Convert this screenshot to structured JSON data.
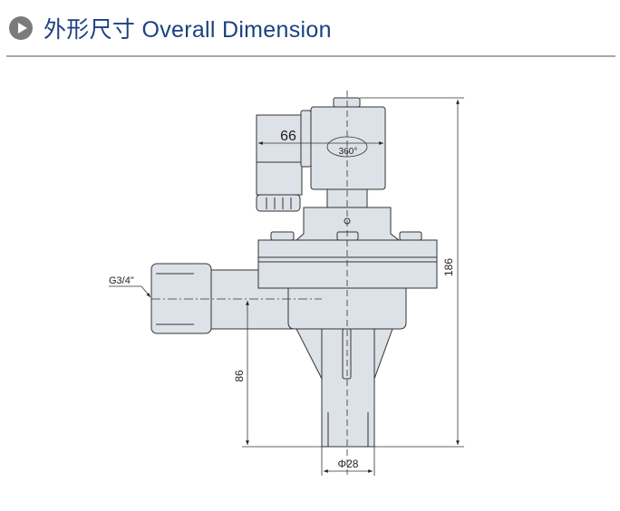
{
  "header": {
    "title": "外形尺寸 Overall Dimension"
  },
  "drawing": {
    "dim_width": "66",
    "rotation": "360°",
    "dim_height": "186",
    "dim_inlet_height": "86",
    "dim_outlet_diameter": "Φ28",
    "thread_label": "G3/4\"",
    "colors": {
      "body_fill": "#dde1e8",
      "stroke": "#333333",
      "title": "#1c4180"
    }
  }
}
